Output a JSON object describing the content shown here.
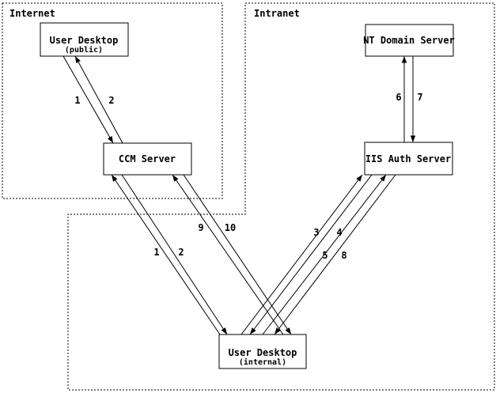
{
  "colors": {
    "ink": "#000000",
    "background": "#ffffff"
  },
  "diagram": {
    "regions": [
      {
        "label": "Internet"
      },
      {
        "label": "Intranet"
      }
    ],
    "nodes": [
      {
        "label": "User Desktop",
        "sublabel": "(public)"
      },
      {
        "label": "NT Domain Server"
      },
      {
        "label": "CCM Server"
      },
      {
        "label": "IIS Auth Server"
      },
      {
        "label": "User Desktop",
        "sublabel": "(internal)"
      }
    ],
    "edges": [
      {
        "label": "1",
        "from": "User Desktop (public)",
        "to": "CCM Server"
      },
      {
        "label": "2",
        "from": "CCM Server",
        "to": "User Desktop (public)"
      },
      {
        "label": "6",
        "from": "IIS Auth Server",
        "to": "NT Domain Server"
      },
      {
        "label": "7",
        "from": "NT Domain Server",
        "to": "IIS Auth Server"
      },
      {
        "label": "1",
        "from": "User Desktop (internal)",
        "to": "CCM Server"
      },
      {
        "label": "2",
        "from": "CCM Server",
        "to": "User Desktop (internal)"
      },
      {
        "label": "9",
        "from": "User Desktop (internal)",
        "to": "CCM Server"
      },
      {
        "label": "10",
        "from": "CCM Server",
        "to": "User Desktop (internal)"
      },
      {
        "label": "3",
        "from": "User Desktop (internal)",
        "to": "IIS Auth Server"
      },
      {
        "label": "4",
        "from": "IIS Auth Server",
        "to": "User Desktop (internal)"
      },
      {
        "label": "5",
        "from": "User Desktop (internal)",
        "to": "IIS Auth Server"
      },
      {
        "label": "8",
        "from": "IIS Auth Server",
        "to": "User Desktop (internal)"
      }
    ]
  }
}
